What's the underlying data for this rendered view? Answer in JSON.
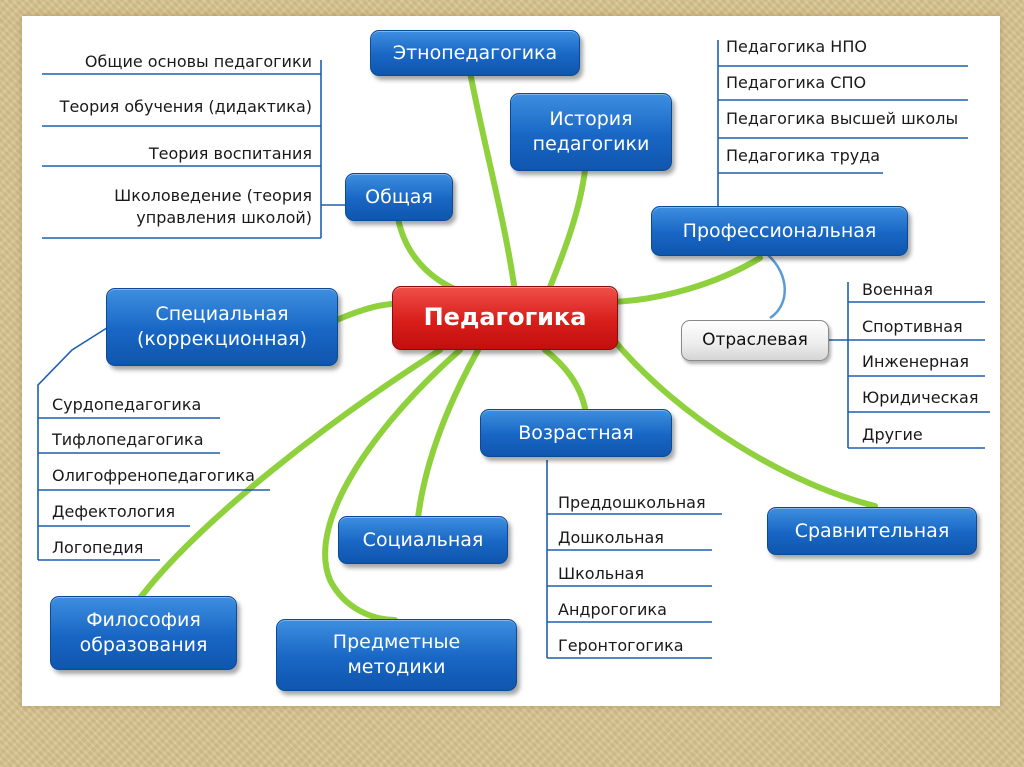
{
  "center": "Педагогика",
  "branches": {
    "ethno": "Этнопедагогика",
    "history": "История\nпедагогики",
    "general": "Общая",
    "professional": "Профессиональная",
    "sectoral": "Отраслевая",
    "special": "Специальная\n(коррекционная)",
    "age": "Возрастная",
    "social": "Социальная",
    "comparative": "Сравнительная",
    "philosophy": "Философия\nобразования",
    "methods": "Предметные\nметодики"
  },
  "general_items": [
    "Общие основы педагогики",
    "Теория обучения (дидактика)",
    "Теория воспитания",
    "Школоведение (теория\nуправления школой)"
  ],
  "professional_items": [
    "Педагогика НПО",
    "Педагогика СПО",
    "Педагогика высшей школы",
    "Педагогика труда"
  ],
  "sectoral_items": [
    "Военная",
    "Спортивная",
    "Инженерная",
    "Юридическая",
    "Другие"
  ],
  "special_items": [
    "Сурдопедагогика",
    "Тифлопедагогика",
    "Олигофренопедагогика",
    "Дефектология",
    "Логопедия"
  ],
  "age_items": [
    "Преддошкольная",
    "Дошкольная",
    "Школьная",
    "Андрогогика",
    "Геронтогогика"
  ],
  "colors": {
    "branch_line": "#8fd13d",
    "node_blue": "#1866c4",
    "root_red": "#d81e1a",
    "bracket_line": "#1f5fb0",
    "connector_blue": "#5b9bd5"
  }
}
